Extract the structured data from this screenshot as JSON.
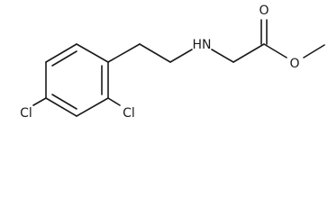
{
  "molecule": {
    "atoms": {
      "cl_left": "Cl",
      "cl_right": "Cl",
      "nh": "HN",
      "o_carbonyl": "O",
      "o_ester": "O"
    }
  }
}
